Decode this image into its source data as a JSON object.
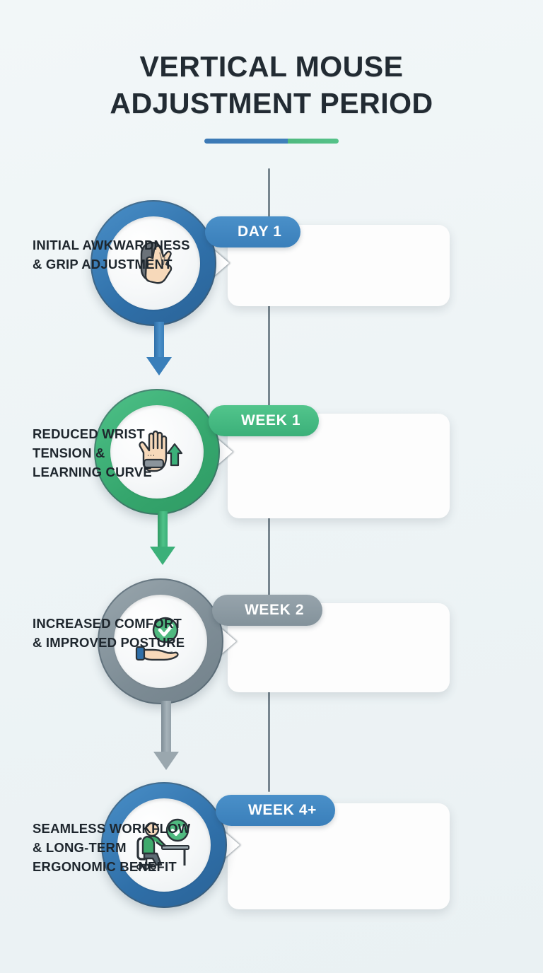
{
  "header": {
    "title_line1": "VERTICAL MOUSE",
    "title_line2": "ADJUSTMENT PERIOD"
  },
  "colors": {
    "blue": "#3a7fba",
    "green": "#3bb079",
    "gray": "#8d9ba3",
    "text_dark": "#1e262d",
    "background": "#eef4f6",
    "card": "#fdfdfd",
    "spine": "#6d7c86"
  },
  "timeline": {
    "steps": [
      {
        "badge": "DAY 1",
        "accent": "blue",
        "icon": "hand-on-mouse-icon",
        "lines": [
          "INITIAL AWKWARDNESS",
          "& GRIP ADJUSTMENT"
        ]
      },
      {
        "badge": "WEEK 1",
        "accent": "green",
        "icon": "open-hand-wristband-up-arrow-icon",
        "lines": [
          "REDUCED WRIST",
          "TENSION &",
          "LEARNING CURVE"
        ]
      },
      {
        "badge": "WEEK 2",
        "accent": "gray",
        "icon": "open-palm-check-icon",
        "lines": [
          "INCREASED COMFORT",
          "& IMPROVED POSTURE"
        ]
      },
      {
        "badge": "WEEK 4+",
        "accent": "blue",
        "icon": "person-at-desk-check-icon",
        "lines": [
          "SEAMLESS WORKFLOW",
          "& LONG-TERM",
          "ERGONOMIC BENEFIT"
        ]
      }
    ],
    "connectors": [
      {
        "name": "arrow-day1-to-week1",
        "color": "blue"
      },
      {
        "name": "arrow-week1-to-week2",
        "color": "green"
      },
      {
        "name": "arrow-week2-to-week4",
        "color": "gray"
      }
    ]
  }
}
